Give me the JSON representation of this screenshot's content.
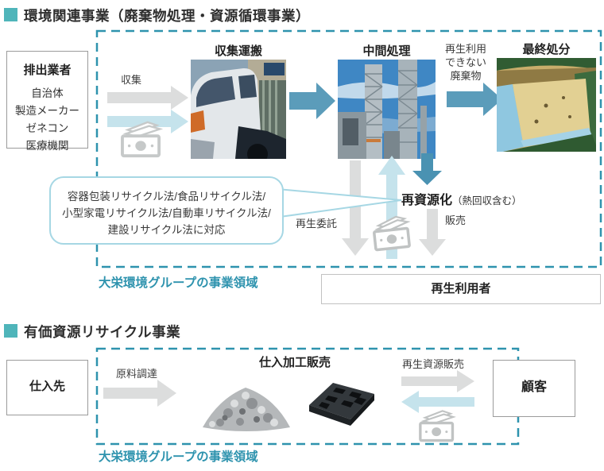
{
  "section1": {
    "title": "環境関連事業（廃棄物処理・資源循環事業）",
    "emitters": {
      "title": "排出業者",
      "items": [
        "自治体",
        "製造メーカー",
        "ゼネコン",
        "医療機関"
      ]
    },
    "collect_label": "収集",
    "collection_transport_label": "収集運搬",
    "intermediate_label": "中間処理",
    "unrecyclable_lines": [
      "再生利用",
      "できない",
      "廃棄物"
    ],
    "final_disposal_label": "最終処分",
    "recycle_label": "再資源化",
    "recycle_note": "（熱回収含む）",
    "consignment_label": "再生委託",
    "sales_label": "販売",
    "callout_lines": [
      "容器包装リサイクル法/食品リサイクル法/",
      "小型家電リサイクル法/自動車リサイクル法/",
      "建設リサイクル法に対応"
    ],
    "domain_label": "大栄環境グループの事業領域",
    "recycled_user_label": "再生利用者"
  },
  "section2": {
    "title": "有価資源リサイクル事業",
    "supplier_label": "仕入先",
    "procurement_label": "原料調達",
    "processing_label": "仕入加工販売",
    "resource_sales_label": "再生資源販売",
    "customer_label": "顧客",
    "domain_label": "大栄環境グループの事業領域"
  },
  "colors": {
    "teal_border": "#2e93ae",
    "teal_text": "#2e93ae",
    "teal_bullet": "#4fb5ba",
    "gray_arrow": "#dcdddd",
    "light_blue_arrow": "#c5e3ec",
    "steel_blue_arrow": "#5b9cba",
    "dark_blue_arrow": "#4a92b2",
    "box_border": "#9b9b9b"
  }
}
